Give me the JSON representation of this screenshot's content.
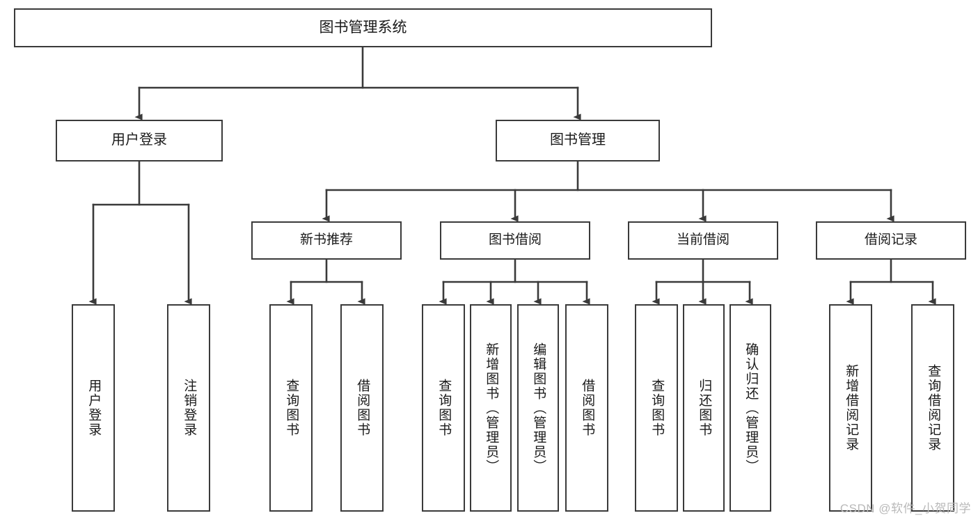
{
  "diagram": {
    "title": "图书管理系统",
    "type": "tree-flowchart",
    "root": {
      "label": "图书管理系统"
    },
    "level2": [
      {
        "label": "用户登录"
      },
      {
        "label": "图书管理"
      }
    ],
    "level3": [
      {
        "label": "新书推荐"
      },
      {
        "label": "图书借阅"
      },
      {
        "label": "当前借阅"
      },
      {
        "label": "借阅记录"
      }
    ],
    "leaves": {
      "user_login": [
        {
          "label": "用户登录"
        },
        {
          "label": "注销登录"
        }
      ],
      "new_book_recommend": [
        {
          "label": "查询图书"
        },
        {
          "label": "借阅图书"
        }
      ],
      "book_borrow": [
        {
          "label": "查询图书"
        },
        {
          "label": "新增图书（管理员）"
        },
        {
          "label": "编辑图书（管理员）"
        },
        {
          "label": "借阅图书"
        }
      ],
      "current_borrow": [
        {
          "label": "查询图书"
        },
        {
          "label": "归还图书"
        },
        {
          "label": "确认归还（管理员）"
        }
      ],
      "borrow_record": [
        {
          "label": "新增借阅记录"
        },
        {
          "label": "查询借阅记录"
        }
      ]
    }
  },
  "watermark": {
    "text": "CSDN @软件_小贺同学"
  },
  "colors": {
    "border": "#3a3a3a",
    "background": "#ffffff",
    "text": "#1a1a1a",
    "watermark": "#b9b9b9"
  }
}
